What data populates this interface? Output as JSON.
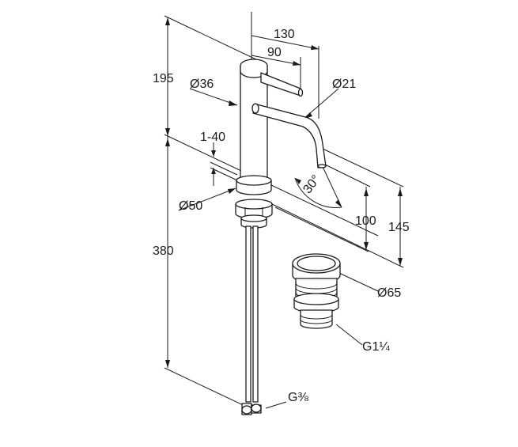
{
  "labels": {
    "height_total_faucet": "195",
    "height_total": "380",
    "diameter_body": "Ø36",
    "deck_thickness": "1-40",
    "diameter_base": "Ø50",
    "reach_total": "130",
    "reach_lever": "90",
    "diameter_spout": "Ø21",
    "spout_angle": "30°",
    "spout_height": "100",
    "overall_height_top": "145",
    "diameter_waste": "Ø65",
    "waste_thread": "G1¼",
    "supply_thread": "G⅜"
  }
}
